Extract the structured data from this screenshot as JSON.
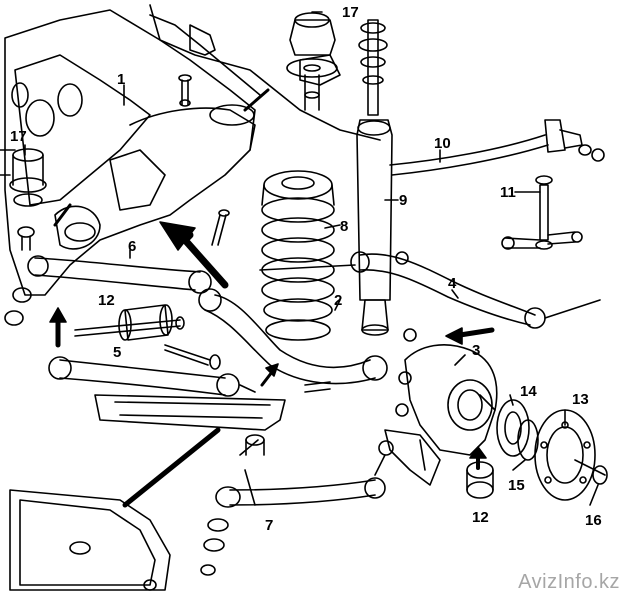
{
  "callouts": [
    {
      "id": "1",
      "text": "1"
    },
    {
      "id": "2",
      "text": "2"
    },
    {
      "id": "3",
      "text": "3"
    },
    {
      "id": "4",
      "text": "4"
    },
    {
      "id": "5",
      "text": "5"
    },
    {
      "id": "6",
      "text": "6"
    },
    {
      "id": "7",
      "text": "7"
    },
    {
      "id": "8",
      "text": "8"
    },
    {
      "id": "9",
      "text": "9"
    },
    {
      "id": "10",
      "text": "10"
    },
    {
      "id": "11",
      "text": "11"
    },
    {
      "id": "12a",
      "text": "12"
    },
    {
      "id": "12b",
      "text": "12"
    },
    {
      "id": "13",
      "text": "13"
    },
    {
      "id": "14",
      "text": "14"
    },
    {
      "id": "15",
      "text": "15"
    },
    {
      "id": "16",
      "text": "16"
    },
    {
      "id": "17a",
      "text": "17"
    },
    {
      "id": "17b",
      "text": "17"
    }
  ],
  "watermark": "AvizInfo.kz",
  "colors": {
    "ink": "#000000",
    "paper": "#ffffff",
    "watermark": "#a6a6a6"
  }
}
